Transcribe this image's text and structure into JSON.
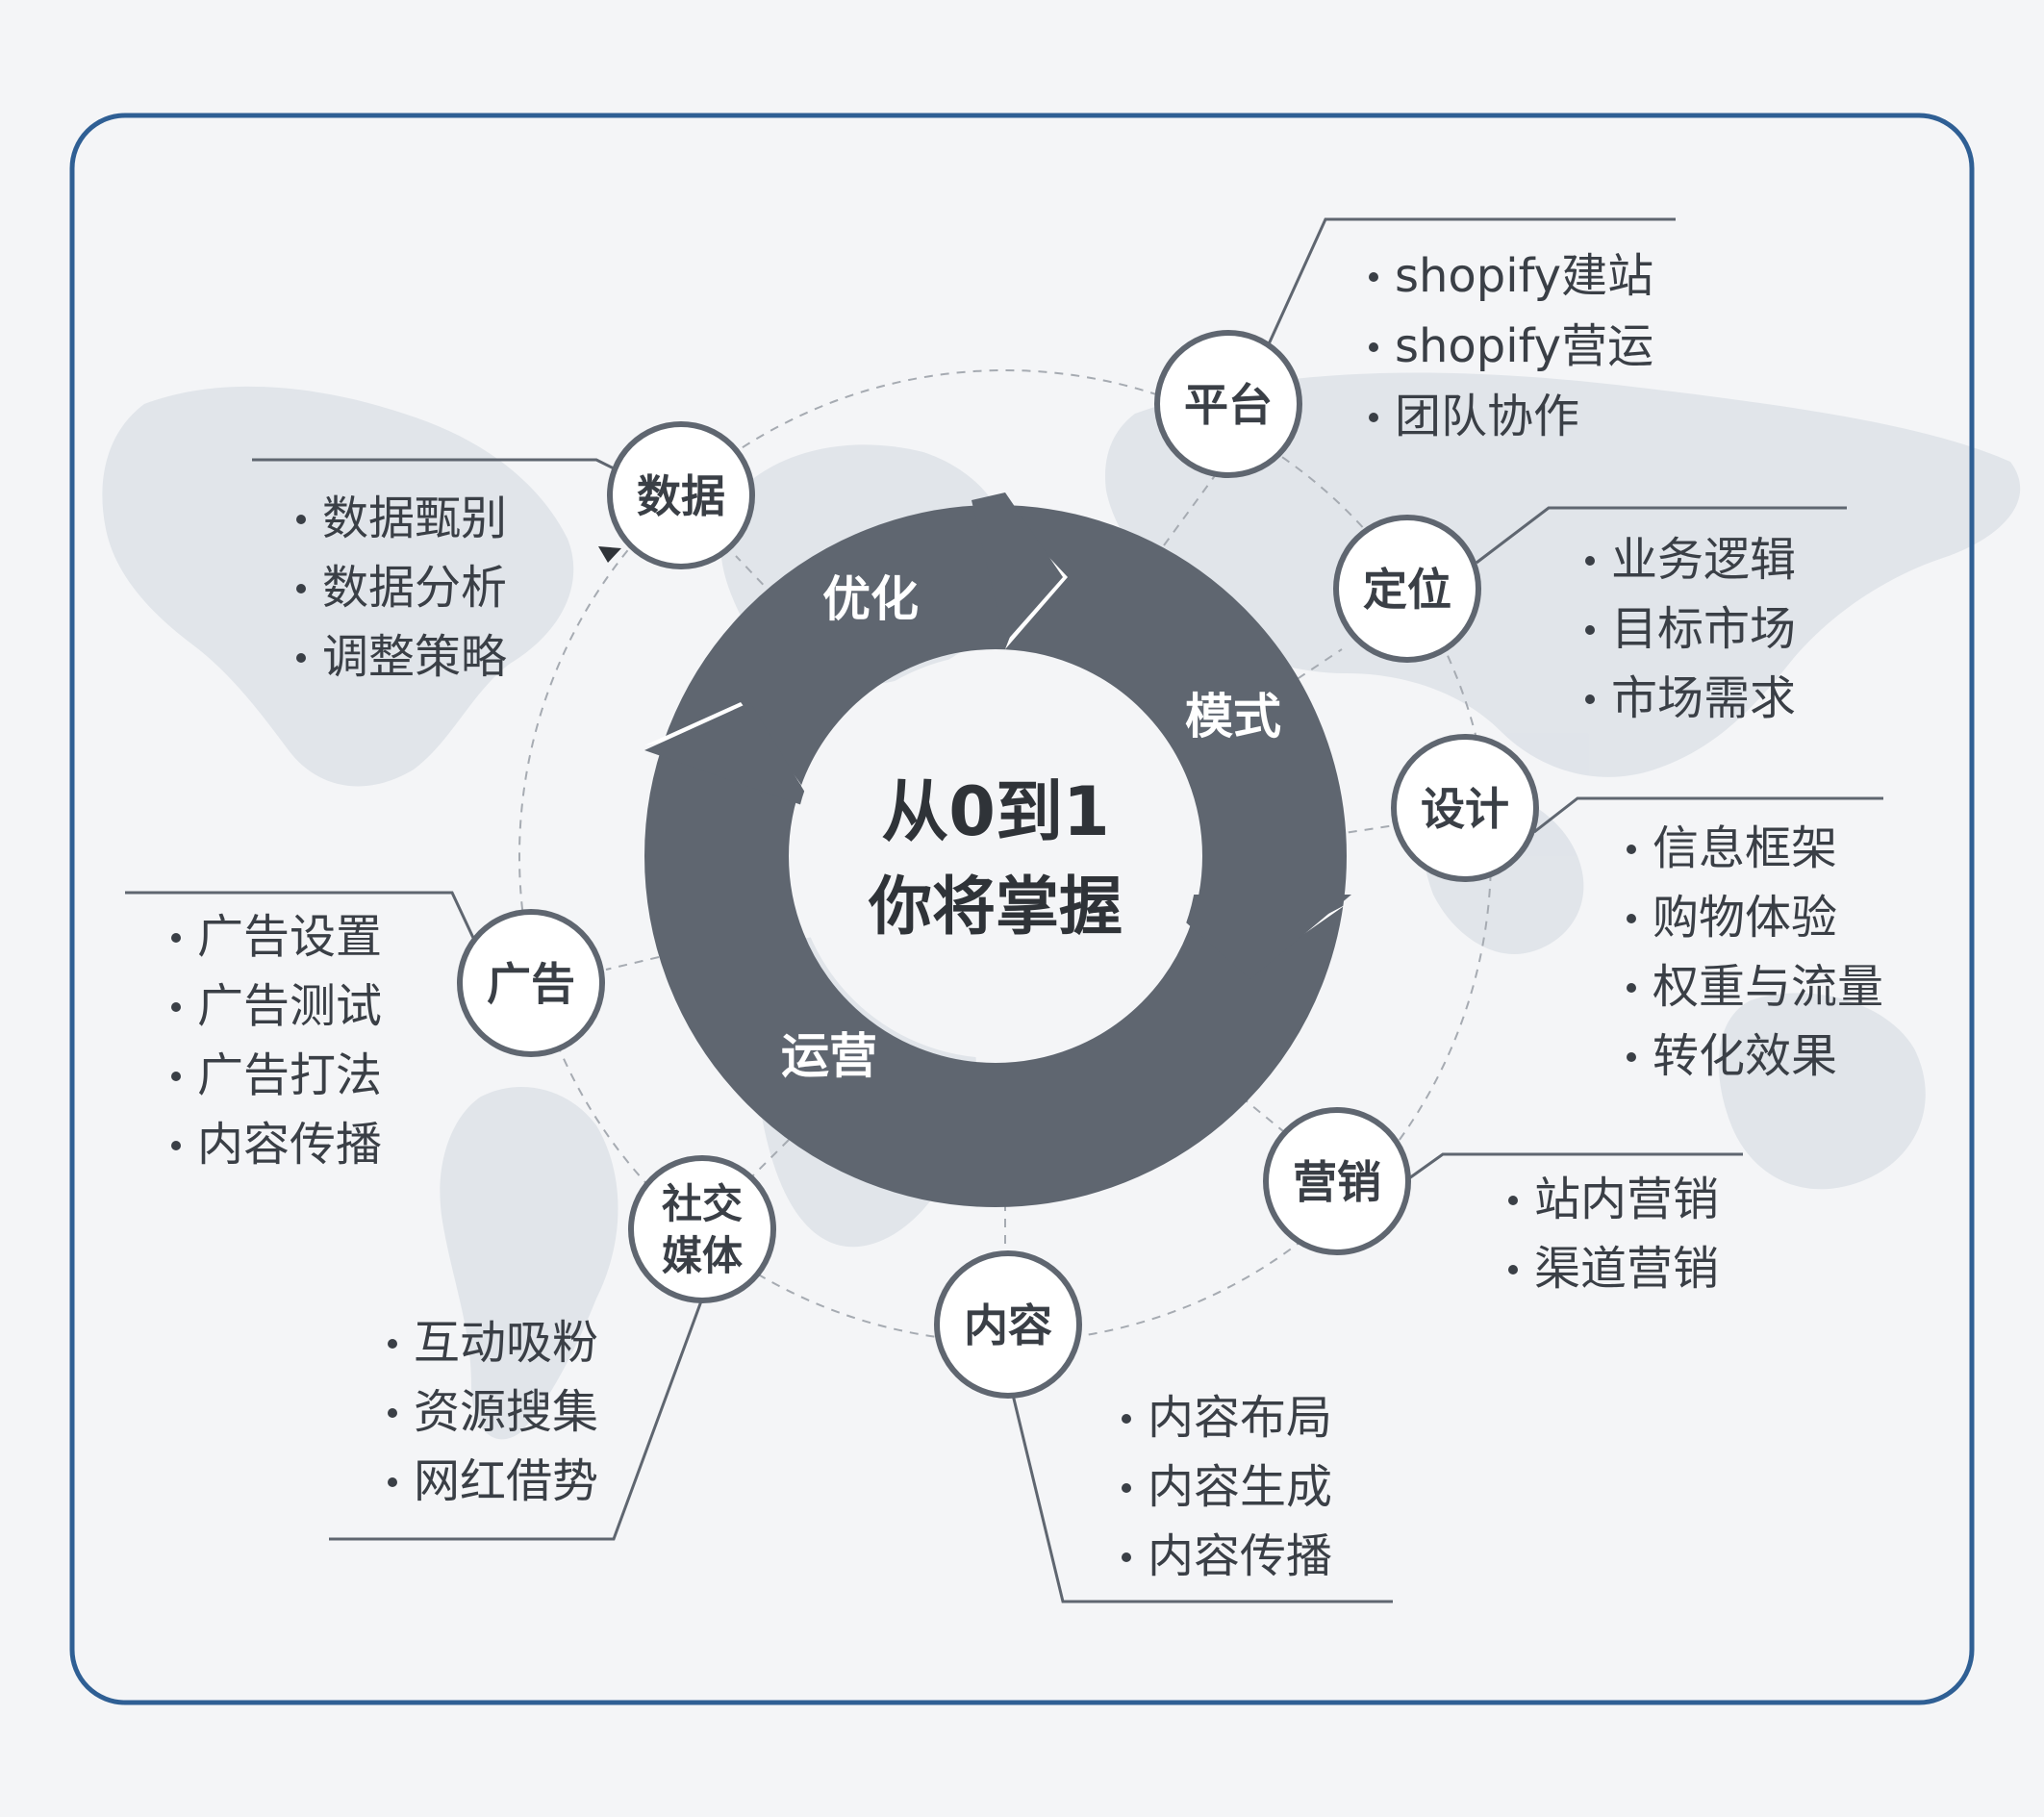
{
  "center": {
    "line1": "从0到1",
    "line2": "你将掌握"
  },
  "cycle": [
    {
      "id": "optimize",
      "label": "优化"
    },
    {
      "id": "model",
      "label": "模式"
    },
    {
      "id": "operation",
      "label": "运营"
    }
  ],
  "nodes": [
    {
      "id": "platform",
      "label": "平台",
      "items": [
        "shopify建站",
        "shopify营运",
        "团队协作"
      ]
    },
    {
      "id": "positioning",
      "label": "定位",
      "items": [
        "业务逻辑",
        "目标市场",
        "市场需求"
      ]
    },
    {
      "id": "design",
      "label": "设计",
      "items": [
        "信息框架",
        "购物体验",
        "权重与流量",
        "转化效果"
      ]
    },
    {
      "id": "marketing",
      "label": "营销",
      "items": [
        "站内营销",
        "渠道营销"
      ]
    },
    {
      "id": "content",
      "label": "内容",
      "items": [
        "内容布局",
        "内容生成",
        "内容传播"
      ]
    },
    {
      "id": "social",
      "label": "社交媒体",
      "label_lines": [
        "社交",
        "媒体"
      ],
      "items": [
        "互动吸粉",
        "资源搜集",
        "网红借势"
      ]
    },
    {
      "id": "ads",
      "label": "广告",
      "items": [
        "广告设置",
        "广告测试",
        "广告打法",
        "内容传播"
      ]
    },
    {
      "id": "data",
      "label": "数据",
      "items": [
        "数据甄别",
        "数据分析",
        "调整策略"
      ]
    }
  ],
  "colors": {
    "ring": "#5f6670",
    "frame": "#2f5f94",
    "node_border": "#5f6670",
    "text": "#3a3f46",
    "map": "#dde2e8"
  }
}
